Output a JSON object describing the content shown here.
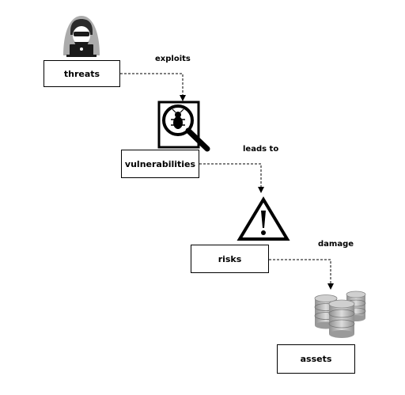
{
  "nodes": {
    "threats": {
      "label": "threats",
      "icon": "hacker-icon"
    },
    "vulnerabilities": {
      "label": "vulnerabilities",
      "icon": "bug-magnifier-icon"
    },
    "risks": {
      "label": "risks",
      "icon": "warning-icon"
    },
    "assets": {
      "label": "assets",
      "icon": "database-icon"
    }
  },
  "edges": {
    "exploits": {
      "label": "exploits",
      "from": "threats",
      "to": "vulnerabilities"
    },
    "leads_to": {
      "label": "leads to",
      "from": "vulnerabilities",
      "to": "risks"
    },
    "damage": {
      "label": "damage",
      "from": "risks",
      "to": "assets"
    }
  },
  "colors": {
    "stroke": "#000000",
    "icon_gray": "#a8a8a8",
    "background": "#ffffff"
  }
}
